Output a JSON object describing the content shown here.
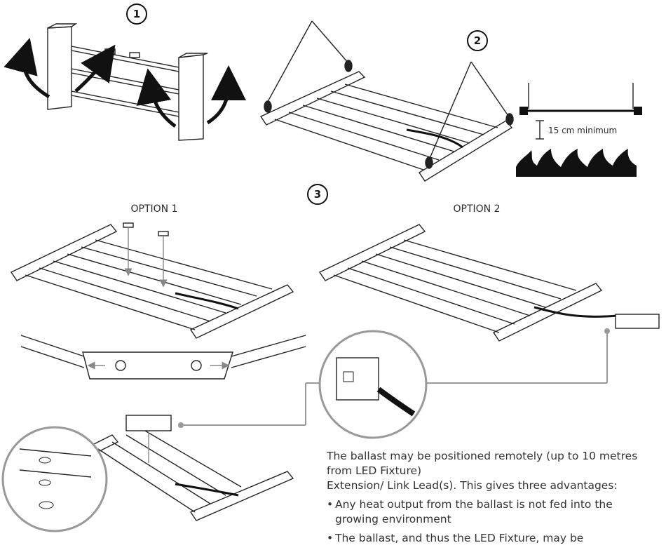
{
  "steps": [
    "1",
    "2",
    "3"
  ],
  "options": {
    "option1": "OPTION 1",
    "option2": "OPTION 2"
  },
  "clearance_label": "15 cm minimum",
  "notes": {
    "line1": "The ballast may be positioned remotely (up to 10 metres from LED Fixture)",
    "line2": "Extension/ Link Lead(s). This gives three advantages:",
    "bullets": [
      "Any heat output from the ballast is not fed into the growing environment",
      "The ballast, and thus the LED Fixture, may be"
    ]
  }
}
